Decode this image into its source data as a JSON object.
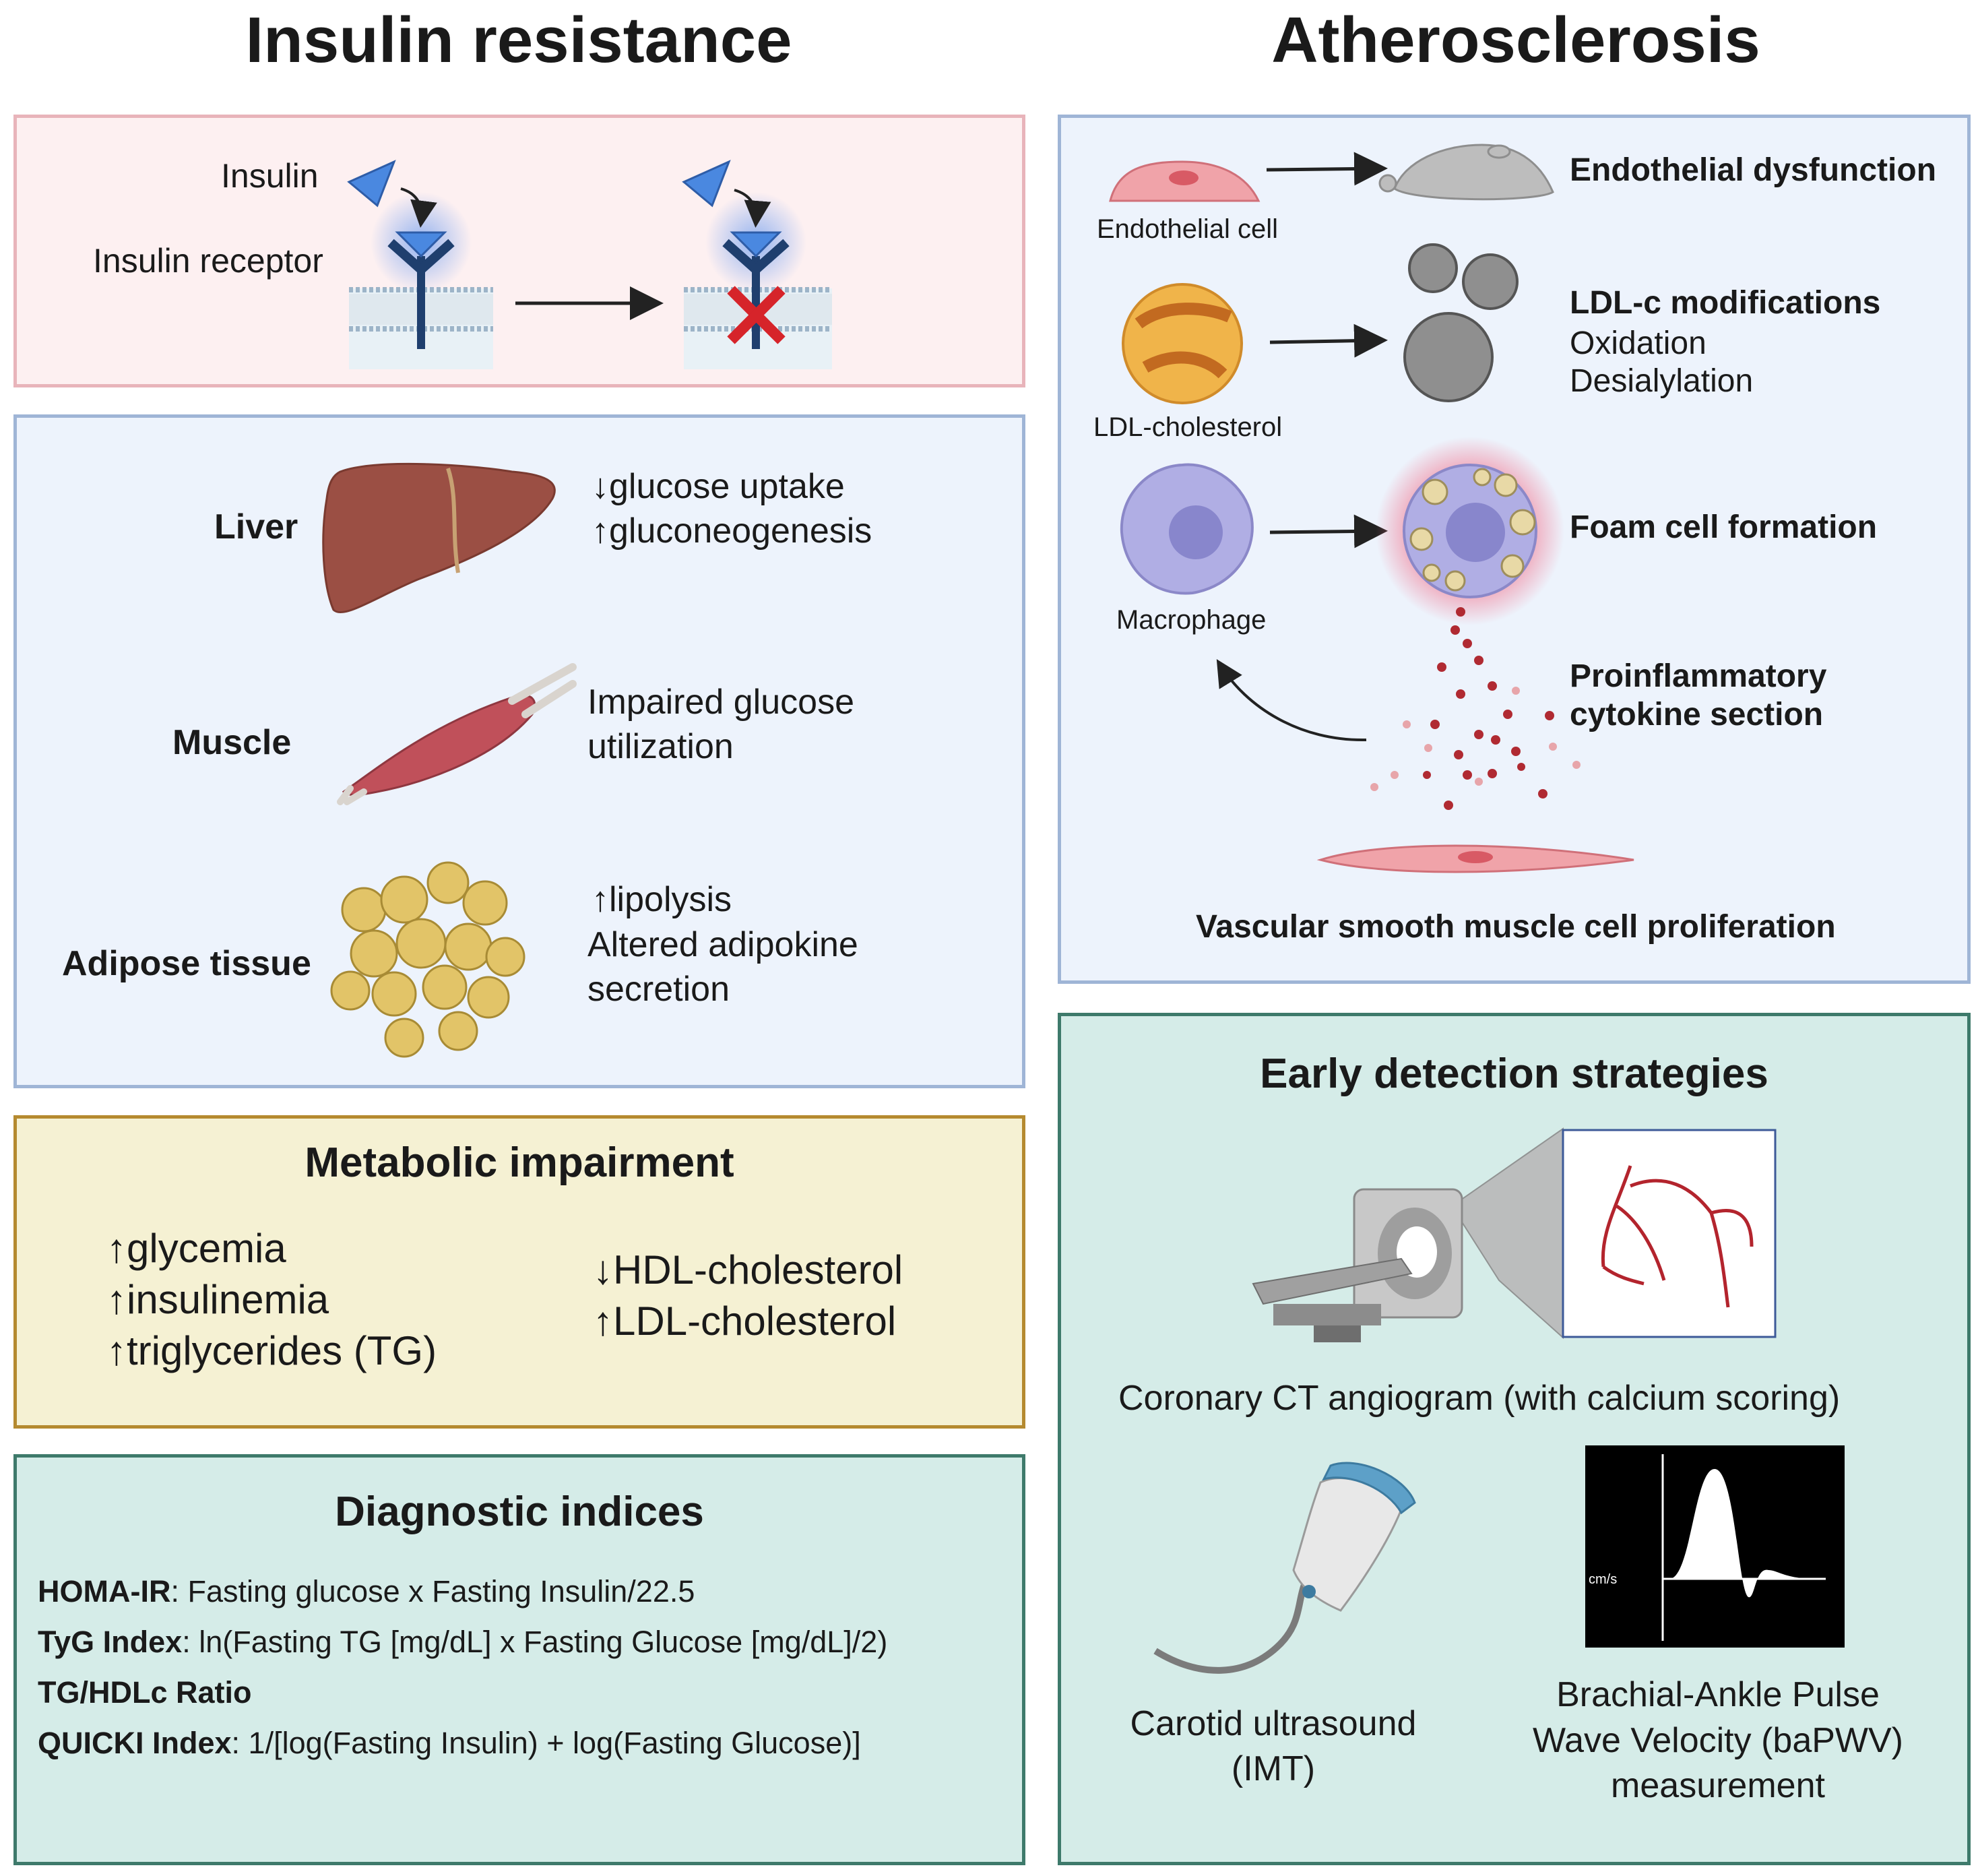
{
  "colors": {
    "pink_panel_bg": "#fdf0f1",
    "pink_panel_border": "#e8b4ba",
    "blue_panel_bg": "#edf3fc",
    "blue_panel_border": "#9fb5d6",
    "yellow_panel_bg": "#f5f1d3",
    "yellow_panel_border": "#b58a2f",
    "teal_panel_bg": "#d5ece8",
    "teal_panel_border": "#3e7a6b"
  },
  "left": {
    "heading": "Insulin resistance",
    "receptor_panel": {
      "insulin_label": "Insulin",
      "receptor_label": "Insulin receptor"
    },
    "organs": {
      "liver": {
        "label": "Liver",
        "line1": "↓glucose uptake",
        "line2": "↑gluconeogenesis"
      },
      "muscle": {
        "label": "Muscle",
        "line1": "Impaired glucose",
        "line2": "utilization"
      },
      "adipose": {
        "label": "Adipose tissue",
        "line1": "↑lipolysis",
        "line2": "Altered adipokine",
        "line3": "secretion"
      }
    },
    "metabolic": {
      "title": "Metabolic impairment",
      "col1": [
        "↑glycemia",
        "↑insulinemia",
        "↑triglycerides (TG)"
      ],
      "col2": [
        "↓HDL-cholesterol",
        "↑LDL-cholesterol"
      ]
    },
    "diagnostic": {
      "title": "Diagnostic indices",
      "items": [
        {
          "name": "HOMA-IR",
          "formula": ": Fasting glucose x Fasting Insulin/22.5"
        },
        {
          "name": "TyG Index",
          "formula": ": ln(Fasting TG [mg/dL] x Fasting Glucose [mg/dL]/2)"
        },
        {
          "name": "TG/HDLc Ratio",
          "formula": ""
        },
        {
          "name": "QUICKI Index",
          "formula": ": 1/[log(Fasting Insulin) + log(Fasting Glucose)]"
        }
      ]
    }
  },
  "right": {
    "heading": "Atherosclerosis",
    "athero": {
      "endothelial_cell": "Endothelial cell",
      "endothelial_dysfunction": "Endothelial dysfunction",
      "ldl_label": "LDL-cholesterol",
      "ldl_mod_title": "LDL-c modifications",
      "ldl_mod_1": "Oxidation",
      "ldl_mod_2": "Desialylation",
      "macrophage": "Macrophage",
      "foam_cell": "Foam cell formation",
      "cytokine_1": "Proinflammatory",
      "cytokine_2": "cytokine section",
      "vsmc": "Vascular smooth muscle cell proliferation"
    },
    "detection": {
      "title": "Early detection strategies",
      "ct": "Coronary CT angiogram (with calcium scoring)",
      "carotid_1": "Carotid ultrasound",
      "carotid_2": "(IMT)",
      "pwv_1": "Brachial-Ankle Pulse",
      "pwv_2": "Wave Velocity (baPWV)",
      "pwv_3": "measurement",
      "waveform_unit": "cm/s"
    }
  }
}
